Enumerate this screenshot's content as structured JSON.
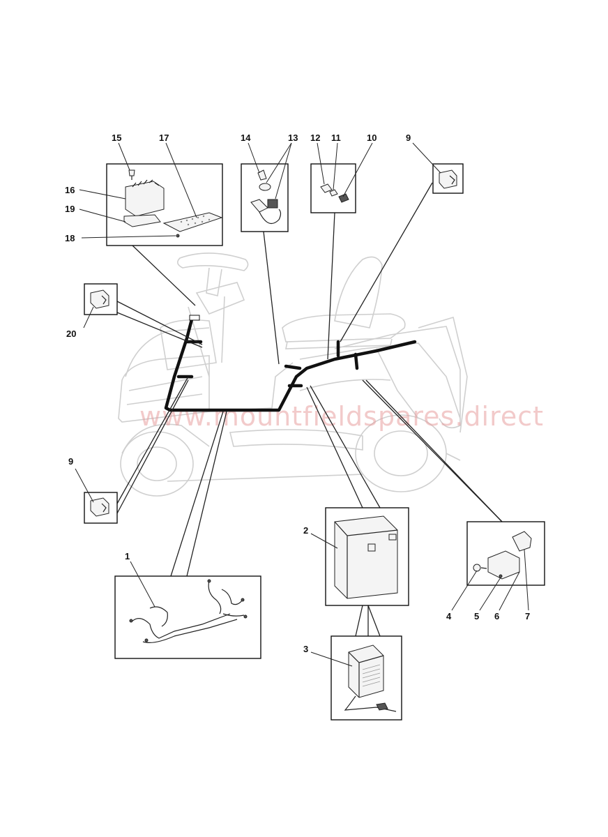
{
  "watermark": "www.mountfieldspares.direct",
  "callouts": {
    "c1": "1",
    "c2": "2",
    "c3": "3",
    "c4": "4",
    "c5": "5",
    "c6": "6",
    "c7": "7",
    "c9a": "9",
    "c9b": "9",
    "c10": "10",
    "c11": "11",
    "c12": "12",
    "c13": "13",
    "c14": "14",
    "c15": "15",
    "c16": "16",
    "c17": "17",
    "c18": "18",
    "c19": "19",
    "c20": "20"
  },
  "colors": {
    "harness": "#111111",
    "ghost_outline": "#cfcfcf",
    "watermark": "#e8a0a0"
  }
}
